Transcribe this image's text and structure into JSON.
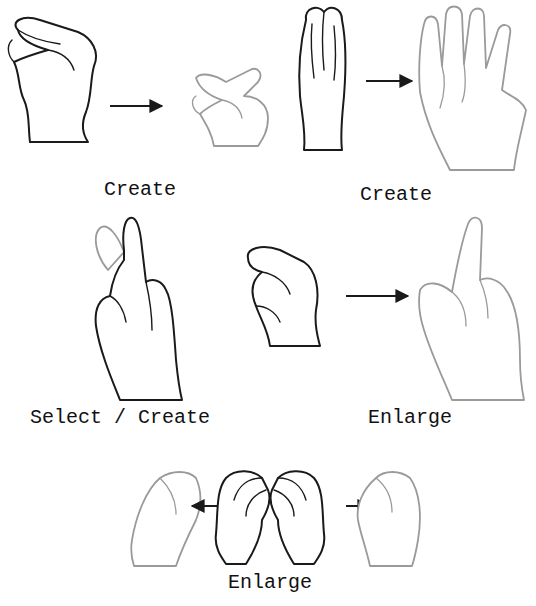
{
  "diagram": {
    "labels": [
      "Create",
      "Create",
      "Select / Create",
      "Enlarge",
      "Enlarge"
    ]
  }
}
